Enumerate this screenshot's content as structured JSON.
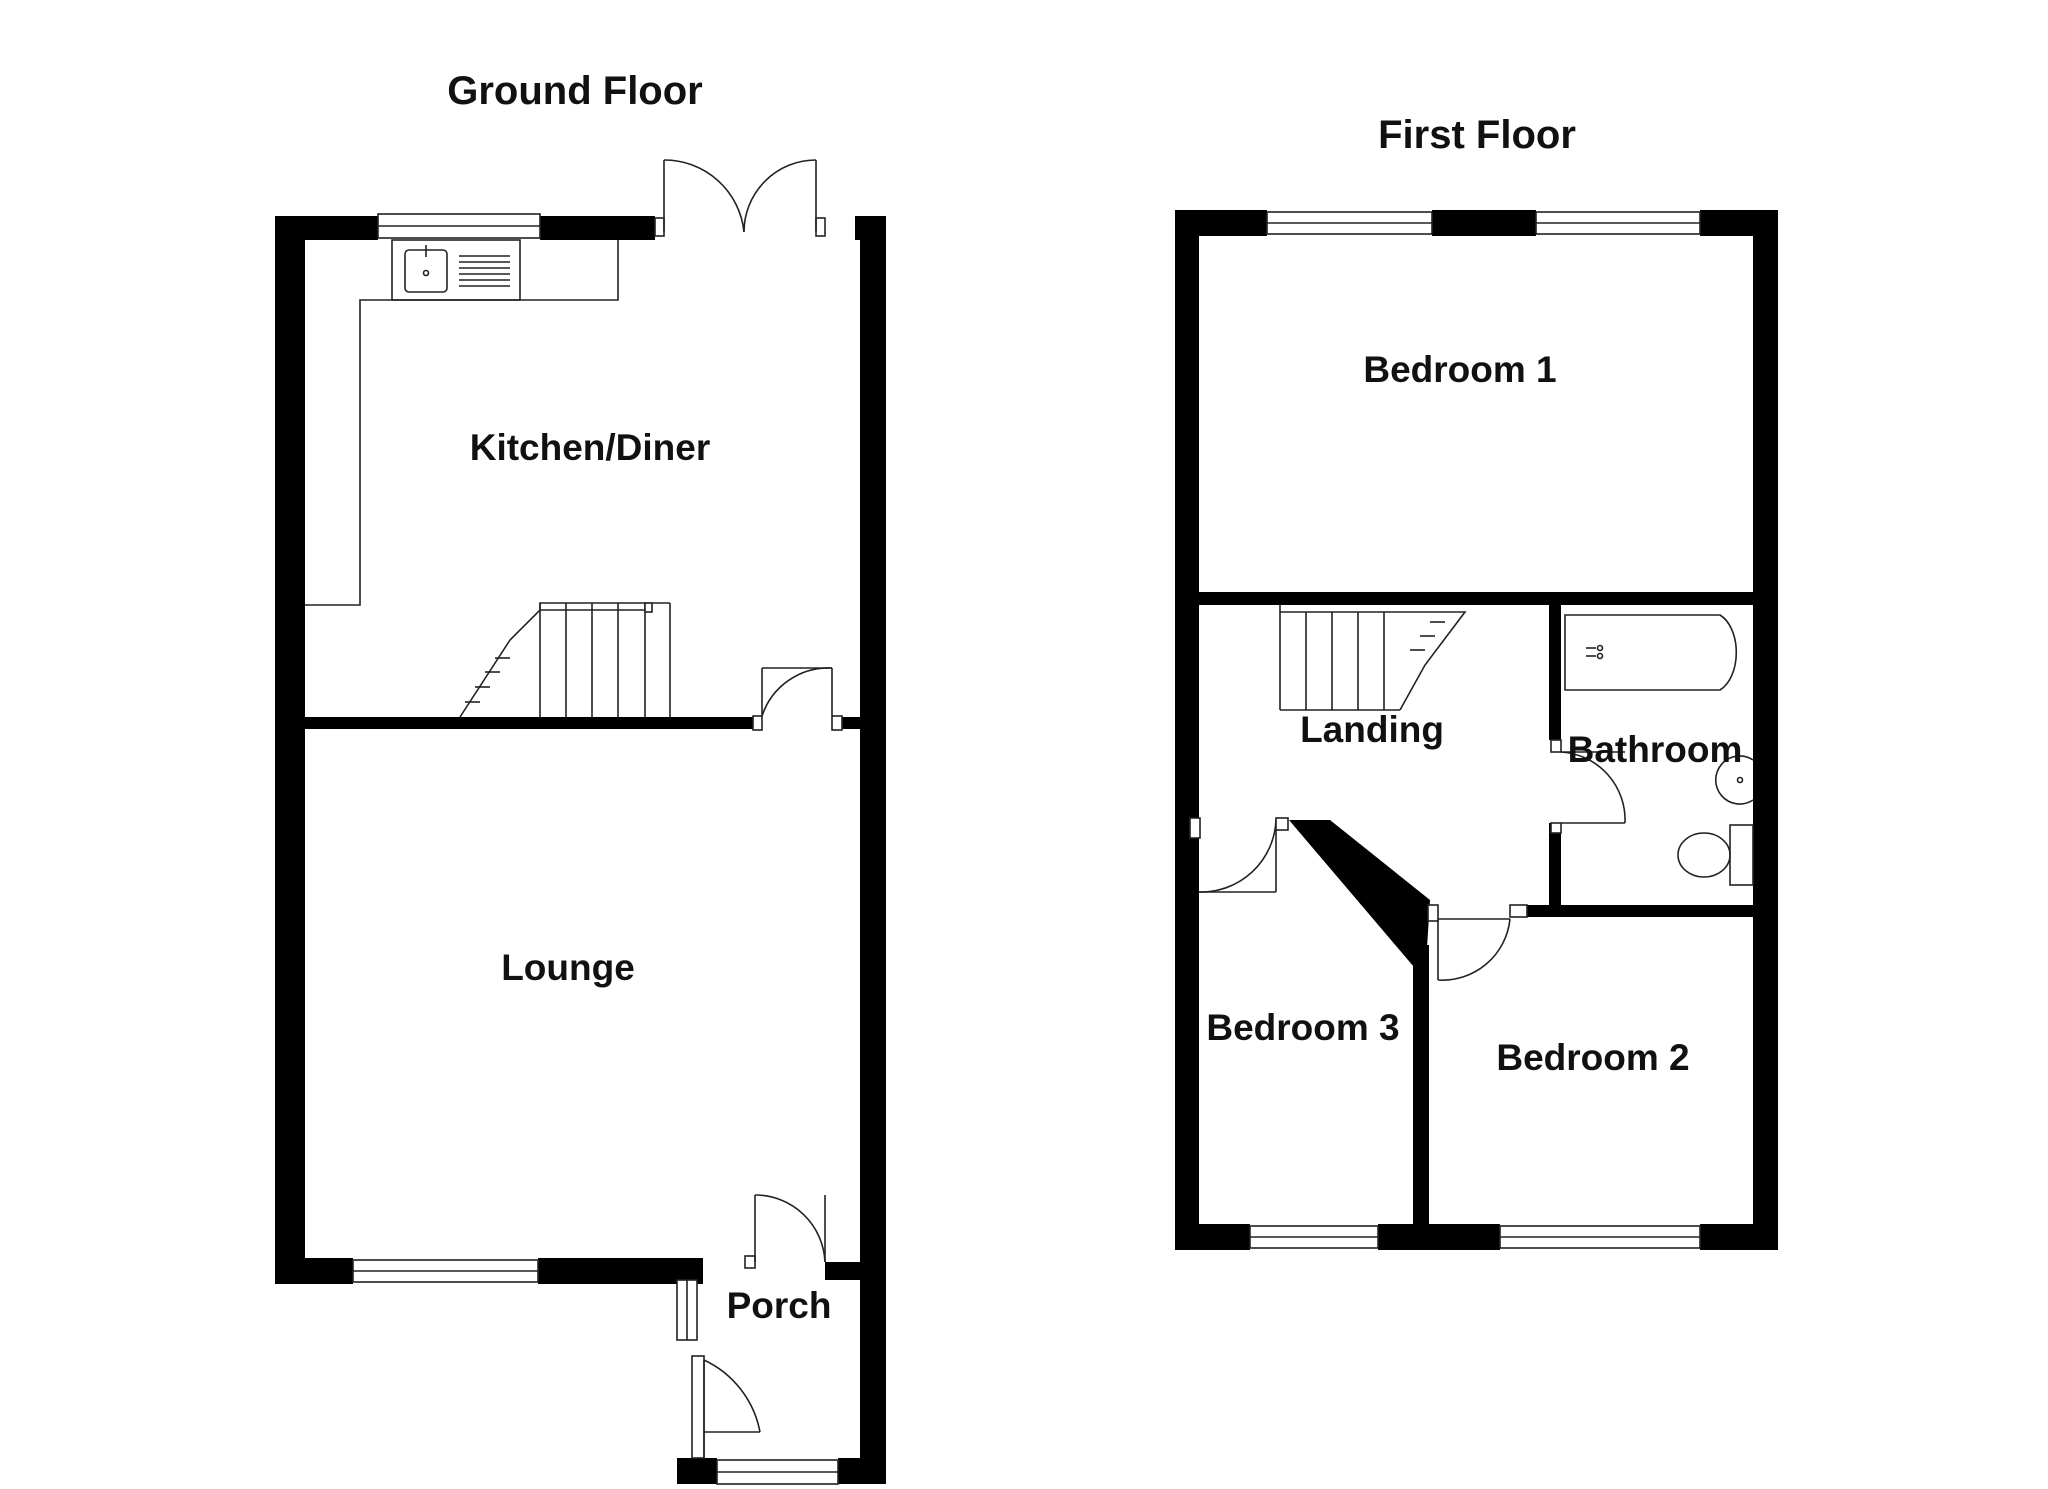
{
  "ground_floor": {
    "title": "Ground Floor",
    "rooms": {
      "kitchen": "Kitchen/Diner",
      "lounge": "Lounge",
      "porch": "Porch"
    }
  },
  "first_floor": {
    "title": "First Floor",
    "rooms": {
      "bedroom1": "Bedroom 1",
      "landing": "Landing",
      "bathroom": "Bathroom",
      "bedroom3": "Bedroom 3",
      "bedroom2": "Bedroom 2"
    }
  },
  "colors": {
    "wall": "#000000",
    "line": "#222222",
    "background": "#ffffff"
  }
}
